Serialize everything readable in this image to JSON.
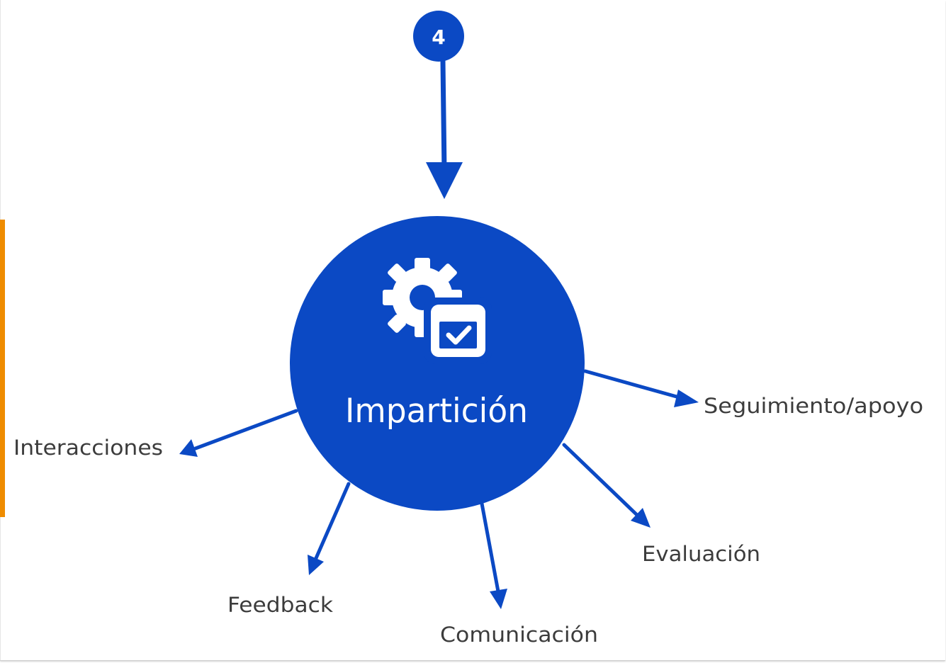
{
  "step_badge": {
    "number": "4"
  },
  "center": {
    "title": "Impartición",
    "icon": "gear-calendar-check-icon"
  },
  "branches": [
    {
      "id": "seguimiento",
      "label": "Seguimiento/apoyo"
    },
    {
      "id": "interacciones",
      "label": "Interacciones"
    },
    {
      "id": "evaluacion",
      "label": "Evaluación"
    },
    {
      "id": "feedback",
      "label": "Feedback"
    },
    {
      "id": "comunicacion",
      "label": "Comunicación"
    }
  ],
  "colors": {
    "primary": "#0b49c4",
    "accent": "#ef8c00",
    "label_text": "#3c3c3c"
  }
}
